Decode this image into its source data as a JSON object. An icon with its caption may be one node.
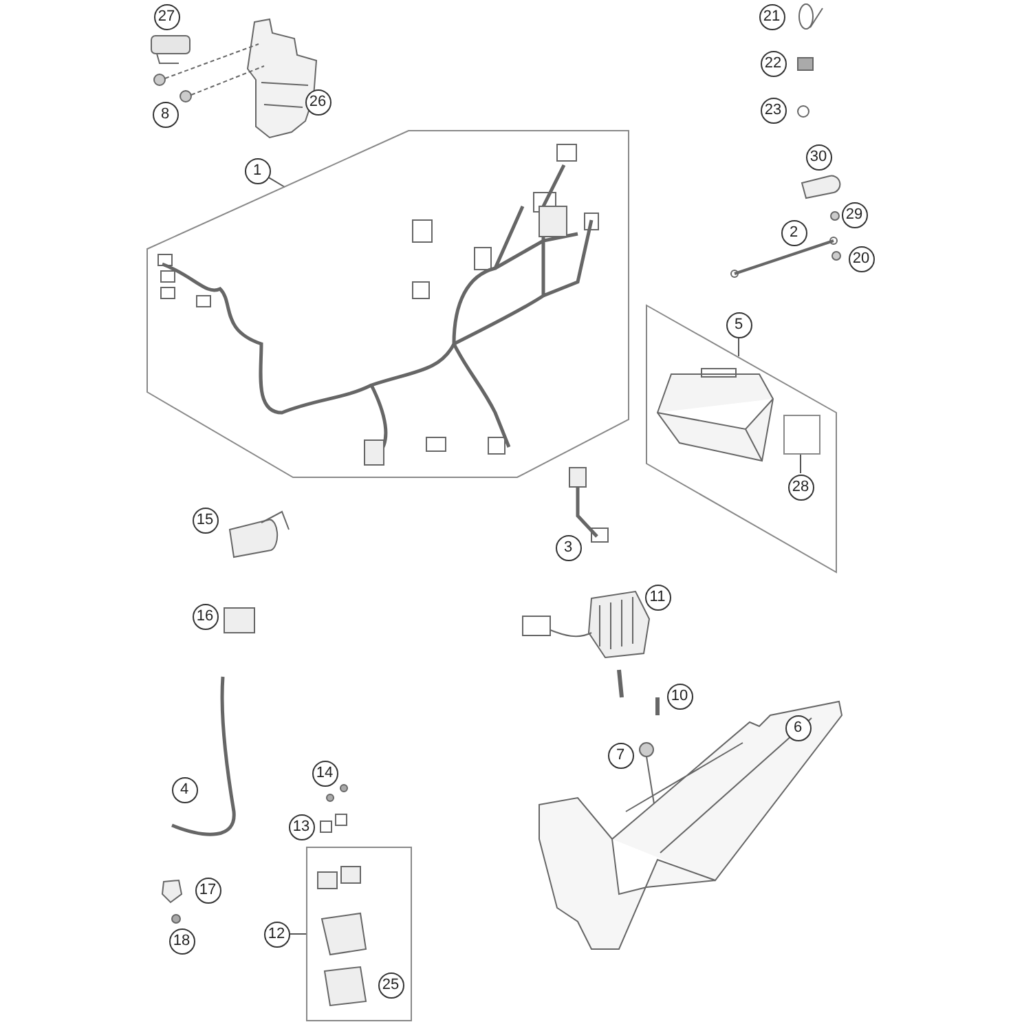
{
  "diagram": {
    "nodes": [
      {
        "text": [
          "27"
        ]
      },
      {
        "text": [
          "8"
        ]
      },
      {
        "text": [
          "26"
        ]
      },
      {
        "text": [
          "21"
        ]
      },
      {
        "text": [
          "22"
        ]
      },
      {
        "text": [
          "23"
        ]
      },
      {
        "text": [
          "1"
        ]
      },
      {
        "text": [],
        "shape": "box"
      },
      {
        "text": [
          "30"
        ]
      },
      {
        "text": [
          "29"
        ]
      },
      {
        "text": [
          "2"
        ]
      },
      {
        "text": [
          "20"
        ]
      },
      {
        "text": [
          "5"
        ]
      },
      {
        "text": [],
        "shape": "box"
      },
      {
        "text": [],
        "shape": "box",
        "in": 13
      },
      {
        "text": [
          "28"
        ],
        "in": 13
      },
      {
        "text": [
          "15"
        ]
      },
      {
        "text": [
          "3"
        ]
      },
      {
        "text": [
          "11"
        ]
      },
      {
        "text": [
          "16"
        ]
      },
      {
        "text": [
          "10"
        ]
      },
      {
        "text": [
          "6"
        ]
      },
      {
        "text": [
          "7"
        ]
      },
      {
        "text": [
          "14"
        ]
      },
      {
        "text": [
          "4"
        ]
      },
      {
        "text": [
          "13"
        ]
      },
      {
        "text": [
          "17"
        ]
      },
      {
        "text": [
          "18"
        ]
      },
      {
        "text": [
          "12"
        ]
      },
      {
        "text": [],
        "shape": "box"
      },
      {
        "text": [
          "25"
        ],
        "in": 29
      }
    ],
    "edges": [
      {
        "from": 6,
        "to": 7,
        "arrow": "none"
      },
      {
        "from": 12,
        "to": 13,
        "arrow": "none"
      },
      {
        "from": 15,
        "to": 14,
        "arrow": "none"
      },
      {
        "from": 28,
        "to": 29,
        "arrow": "none"
      }
    ]
  }
}
